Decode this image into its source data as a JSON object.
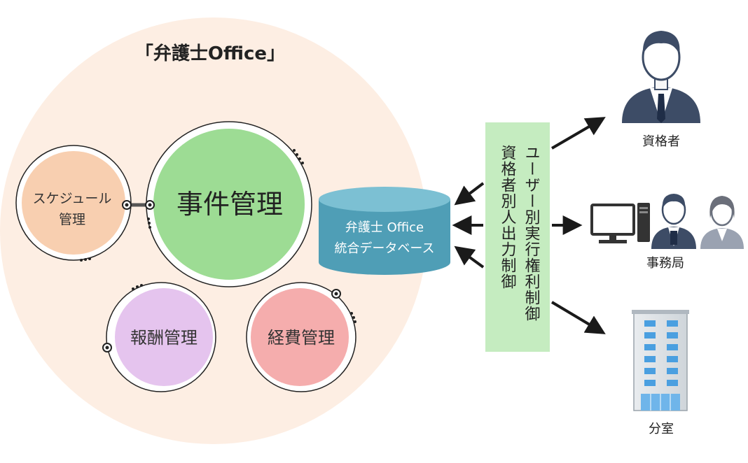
{
  "title": "「弁護士Office」",
  "modules": {
    "case": "事件管理",
    "schedule_line1": "スケジュール",
    "schedule_line2": "管理",
    "fee": "報酬管理",
    "expense": "経費管理"
  },
  "database": {
    "line1": "弁護士 Office",
    "line2": "統合データベース"
  },
  "control": {
    "col1": "ユーザー別実行権利制御",
    "col2": "資格者別人出力制御"
  },
  "targets": {
    "qualified": "資格者",
    "office": "事務局",
    "branch": "分室"
  },
  "colors": {
    "outer_circle": "#fdeee3",
    "case": "#9ddc94",
    "schedule": "#f8cfb0",
    "fee": "#e5c4ee",
    "expense": "#f5adad",
    "database": "#4f9eb6",
    "control_panel": "#c5ecc0",
    "suit": "#3d4c66"
  }
}
